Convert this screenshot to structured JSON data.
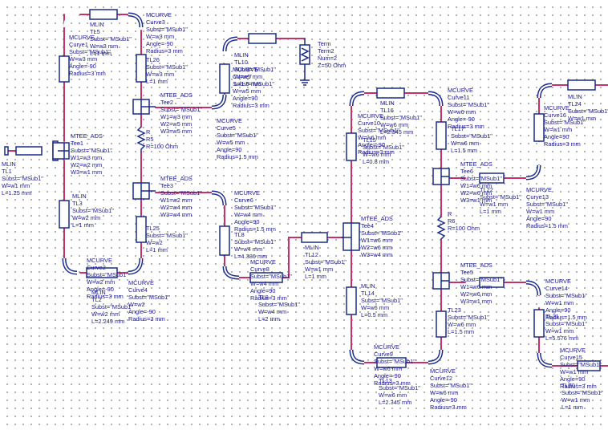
{
  "schematic": {
    "colors": {
      "wire": "#c8306a",
      "component": "#1a2a8c",
      "text": "#1a1a8c",
      "grid": "#9a9a9a"
    },
    "components": [
      {
        "id": "curve1",
        "lines": [
          "MCURVE",
          "Curve1",
          "Subst=\"MSub1\"",
          "W=w3 mm",
          "Angle=-90",
          "Radius=3 mm"
        ]
      },
      {
        "id": "tl5",
        "lines": [
          "MLIN",
          "TL5",
          "Subst=\"MSub1\"",
          "W=w3 mm",
          "L=1 mm"
        ]
      },
      {
        "id": "curve3",
        "lines": [
          "MCURVE",
          "Curve3",
          "Subst=\"MSub1\"",
          "W=w3 mm",
          "Angle=-90",
          "Radius=3 mm"
        ]
      },
      {
        "id": "tl26",
        "lines": [
          "TL26",
          "Subst=\"MSub1\"",
          "W=w3 mm",
          "L=1 mm"
        ]
      },
      {
        "id": "tl1",
        "lines": [
          "MLIN",
          "TL1",
          "Subst=\"MSub1\"",
          "W=w1 mm",
          "L=1.25 mm"
        ]
      },
      {
        "id": "tee1",
        "lines": [
          "MTEE_ADS",
          "Tee1",
          "Subst=\"MSub1\"",
          "W1=w3 mm",
          "W2=w2 mm",
          "W3=w1 mm"
        ]
      },
      {
        "id": "tl3",
        "lines": [
          "MLIN",
          "TL3",
          "Subst=\"MSub1\"",
          "W=w2 mm",
          "L=1 mm"
        ]
      },
      {
        "id": "curve2",
        "lines": [
          "MCURVE",
          "Curve2",
          "Subst=\"MSub1\"",
          "W=w2 mm",
          "Angle=-90",
          "Radius=3 mm"
        ]
      },
      {
        "id": "tl2",
        "lines": [
          "MLIN",
          "TL2",
          "Subst=\"MSub1\"",
          "W=w2 mm",
          "L=2.249 mm"
        ]
      },
      {
        "id": "curve4",
        "lines": [
          "MCURVE",
          "Curve4",
          "Subst=\"MSub1\"",
          "W=w2",
          "Angle=-90",
          "Radius=3 mm"
        ]
      },
      {
        "id": "tl25",
        "lines": [
          "TL25",
          "Subst=\"MSub1\"",
          "W=w2",
          "L=1 mm"
        ]
      },
      {
        "id": "tee2",
        "lines": [
          "MTEE_ADS",
          "Tee2",
          "Subst=\"MSub1\"",
          "W1=w3 mm",
          "W2=w5 mm",
          "W3=w5 mm"
        ]
      },
      {
        "id": "r5",
        "lines": [
          "R",
          "R5",
          "R=100 Ohm"
        ]
      },
      {
        "id": "tee3",
        "lines": [
          "MTEE_ADS",
          "Tee3",
          "Subst=\"MSub1\"",
          "W1=w2 mm",
          "W2=w4 mm",
          "W3=w4 mm"
        ]
      },
      {
        "id": "tl10",
        "lines": [
          "MLIN",
          "TL10",
          "Subst=\"MSub1\"",
          "W=w5 mm",
          "L=1.5 mm"
        ]
      },
      {
        "id": "term2",
        "lines": [
          "Term",
          "Term2",
          "Num=2",
          "Z=50 Ohm"
        ]
      },
      {
        "id": "curve7",
        "lines": [
          "MCURVE",
          "Curve7",
          "Subst=\"MSub1\"",
          "W=w5 mm",
          "Angle=90",
          "Radius=3 mm"
        ]
      },
      {
        "id": "curve5",
        "lines": [
          "MCURVE",
          "Curve5",
          "Subst=\"MSub1\"",
          "W=w5 mm",
          "Angle=90",
          "Radius=1.5 mm"
        ]
      },
      {
        "id": "curve6",
        "lines": [
          "MCURVE",
          "Curve6",
          "Subst=\"MSub1\"",
          "W=w4 mm",
          "Angle=90",
          "Radius=1.5 mm"
        ]
      },
      {
        "id": "tl8",
        "lines": [
          "TL8",
          "Subst=\"MSub1\"",
          "W=w4 mm",
          "L=4.386 mm"
        ]
      },
      {
        "id": "curve8",
        "lines": [
          "MCURVE",
          "Curve8",
          "Subst=\"MSub1\"",
          "W=w4 mm",
          "Angle=90",
          "Radius=3 mm"
        ]
      },
      {
        "id": "tl9",
        "lines": [
          "TL9",
          "Subst=\"MSub1\"",
          "W=w4 mm",
          "L=2 mm"
        ]
      },
      {
        "id": "tl12",
        "lines": [
          "MLIN",
          "TL12",
          "Subst=\"MSub1\"",
          "W=w1 mm",
          "L=1 mm"
        ]
      },
      {
        "id": "tee4",
        "lines": [
          "MTEE_ADS",
          "Tee4",
          "Subst=\"MSub1\"",
          "W1=w6 mm",
          "W2=w6 mm",
          "W3=w4 mm"
        ]
      },
      {
        "id": "tl16",
        "lines": [
          "MLIN",
          "TL16",
          "Subst=\"MSub1\"",
          "W=w6 mm",
          "L=2.345 mm"
        ]
      },
      {
        "id": "curve10",
        "lines": [
          "MCURVE",
          "Curve10",
          "Subst=\"MSub1\"",
          "W=w6 mm",
          "Angle=-90",
          "Radius=3 mm"
        ]
      },
      {
        "id": "tl15",
        "lines": [
          "TL15",
          "Subst=\"MSub1\"",
          "W=w6 mm",
          "L=0.8 mm"
        ]
      },
      {
        "id": "curve11",
        "lines": [
          "MCURVE",
          "Curve11",
          "Subst=\"MSub1\"",
          "W=w6 mm",
          "Angle=-90",
          "Radius=3 mm"
        ]
      },
      {
        "id": "tl17",
        "lines": [
          "TL17",
          "Subst=\"MSub1\"",
          "W=w6 mm",
          "L=1.5 mm"
        ]
      },
      {
        "id": "tl14",
        "lines": [
          "MLIN",
          "TL14",
          "Subst=\"MSub1\"",
          "W=w6 mm",
          "L=0.5 mm"
        ]
      },
      {
        "id": "curve9",
        "lines": [
          "MCURVE",
          "Curve9",
          "Subst=\"MSub1\"",
          "W=w6 mm",
          "Angle=-90",
          "Radius=3 mm"
        ]
      },
      {
        "id": "tl13",
        "lines": [
          "TL13",
          "Subst=\"MSub1\"",
          "W=w6 mm",
          "L=2.345 mm"
        ]
      },
      {
        "id": "curve12",
        "lines": [
          "MCURVE",
          "Curve12",
          "Subst=\"MSub1\"",
          "W=w6 mm",
          "Angle=-90",
          "Radius=3 mm"
        ]
      },
      {
        "id": "tee6",
        "lines": [
          "MTEE_ADS",
          "Tee6",
          "Subst=\"MSub1\"",
          "W1=w6 mm",
          "W2=w6 mm",
          "W3=w1 mm"
        ]
      },
      {
        "id": "r6",
        "lines": [
          "R",
          "R6",
          "R=100 Ohm"
        ]
      },
      {
        "id": "tl22",
        "lines": [
          "TL22",
          "Subst=\"MSub1\"",
          "W=w1 mm",
          "L=1 mm"
        ]
      },
      {
        "id": "curve13",
        "lines": [
          "MCURVE",
          "Curve13",
          "Subst=\"MSub1\"",
          "W=w1 mm",
          "Angle=90",
          "Radius=1.5 mm"
        ]
      },
      {
        "id": "curve16",
        "lines": [
          "MCURVE",
          "Curve16",
          "Subst=\"MSub1\"",
          "W=w1 mm",
          "Angle=90",
          "Radius=3 mm"
        ]
      },
      {
        "id": "tl24",
        "lines": [
          "MLIN",
          "TL24",
          "Subst=\"MSub1\"",
          "W=w1 mm"
        ]
      },
      {
        "id": "tee5",
        "lines": [
          "MTEE_ADS",
          "Tee5",
          "Subst=\"MSub1\"",
          "W1=w6 mm",
          "W2=w6 mm",
          "W3=w1 mm"
        ]
      },
      {
        "id": "tl23",
        "lines": [
          "TL23",
          "Subst=\"MSub1\"",
          "W=w6 mm",
          "L=1.5 mm"
        ]
      },
      {
        "id": "curve14",
        "lines": [
          "MCURVE",
          "Curve14",
          "Subst=\"MSub1\"",
          "W=w1 mm",
          "Angle=90",
          "Radius=1.5 mm"
        ]
      },
      {
        "id": "tl21",
        "lines": [
          "TL21",
          "Subst=\"MSub1\"",
          "W=w1 mm",
          "L=5.576 mm"
        ]
      },
      {
        "id": "curve15",
        "lines": [
          "MCURVE",
          "Curve15",
          "Subst=\"MSub1\"",
          "W=w1 mm",
          "Angle=90",
          "Radius=3 mm"
        ]
      },
      {
        "id": "tl20",
        "lines": [
          "TL20",
          "Subst=\"MSub1\"",
          "W=w1 mm",
          "L=1 mm"
        ]
      }
    ]
  }
}
